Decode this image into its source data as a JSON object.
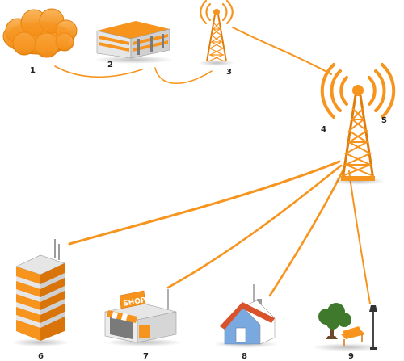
{
  "colors": {
    "orange": "#f7941d",
    "orange_dark": "#d9740a",
    "orange_light": "#fbb45a",
    "gray": "#9a9a9a",
    "gray_light": "#d6d6d6",
    "gray_dark": "#5a5a5a",
    "house_blue": "#7aa9e0",
    "roof_red": "#d9522b",
    "tree_green": "#3f7a2c",
    "trunk_brown": "#6b4a2b"
  },
  "nodes": [
    {
      "id": "cloud",
      "label": "1",
      "icon": "cloud-icon"
    },
    {
      "id": "office",
      "label": "2",
      "icon": "office-building-icon"
    },
    {
      "id": "tower-small",
      "label": "3",
      "icon": "radio-tower-icon"
    },
    {
      "id": "tower-left-label",
      "label": "4",
      "icon": "radio-tower-icon"
    },
    {
      "id": "tower-main",
      "label": "5",
      "icon": "radio-tower-icon"
    },
    {
      "id": "skyscraper",
      "label": "6",
      "icon": "skyscraper-icon"
    },
    {
      "id": "shop",
      "label": "7",
      "icon": "shop-icon",
      "sign": "SHOP"
    },
    {
      "id": "house",
      "label": "8",
      "icon": "house-icon"
    },
    {
      "id": "park",
      "label": "9",
      "icon": "park-icon"
    }
  ]
}
